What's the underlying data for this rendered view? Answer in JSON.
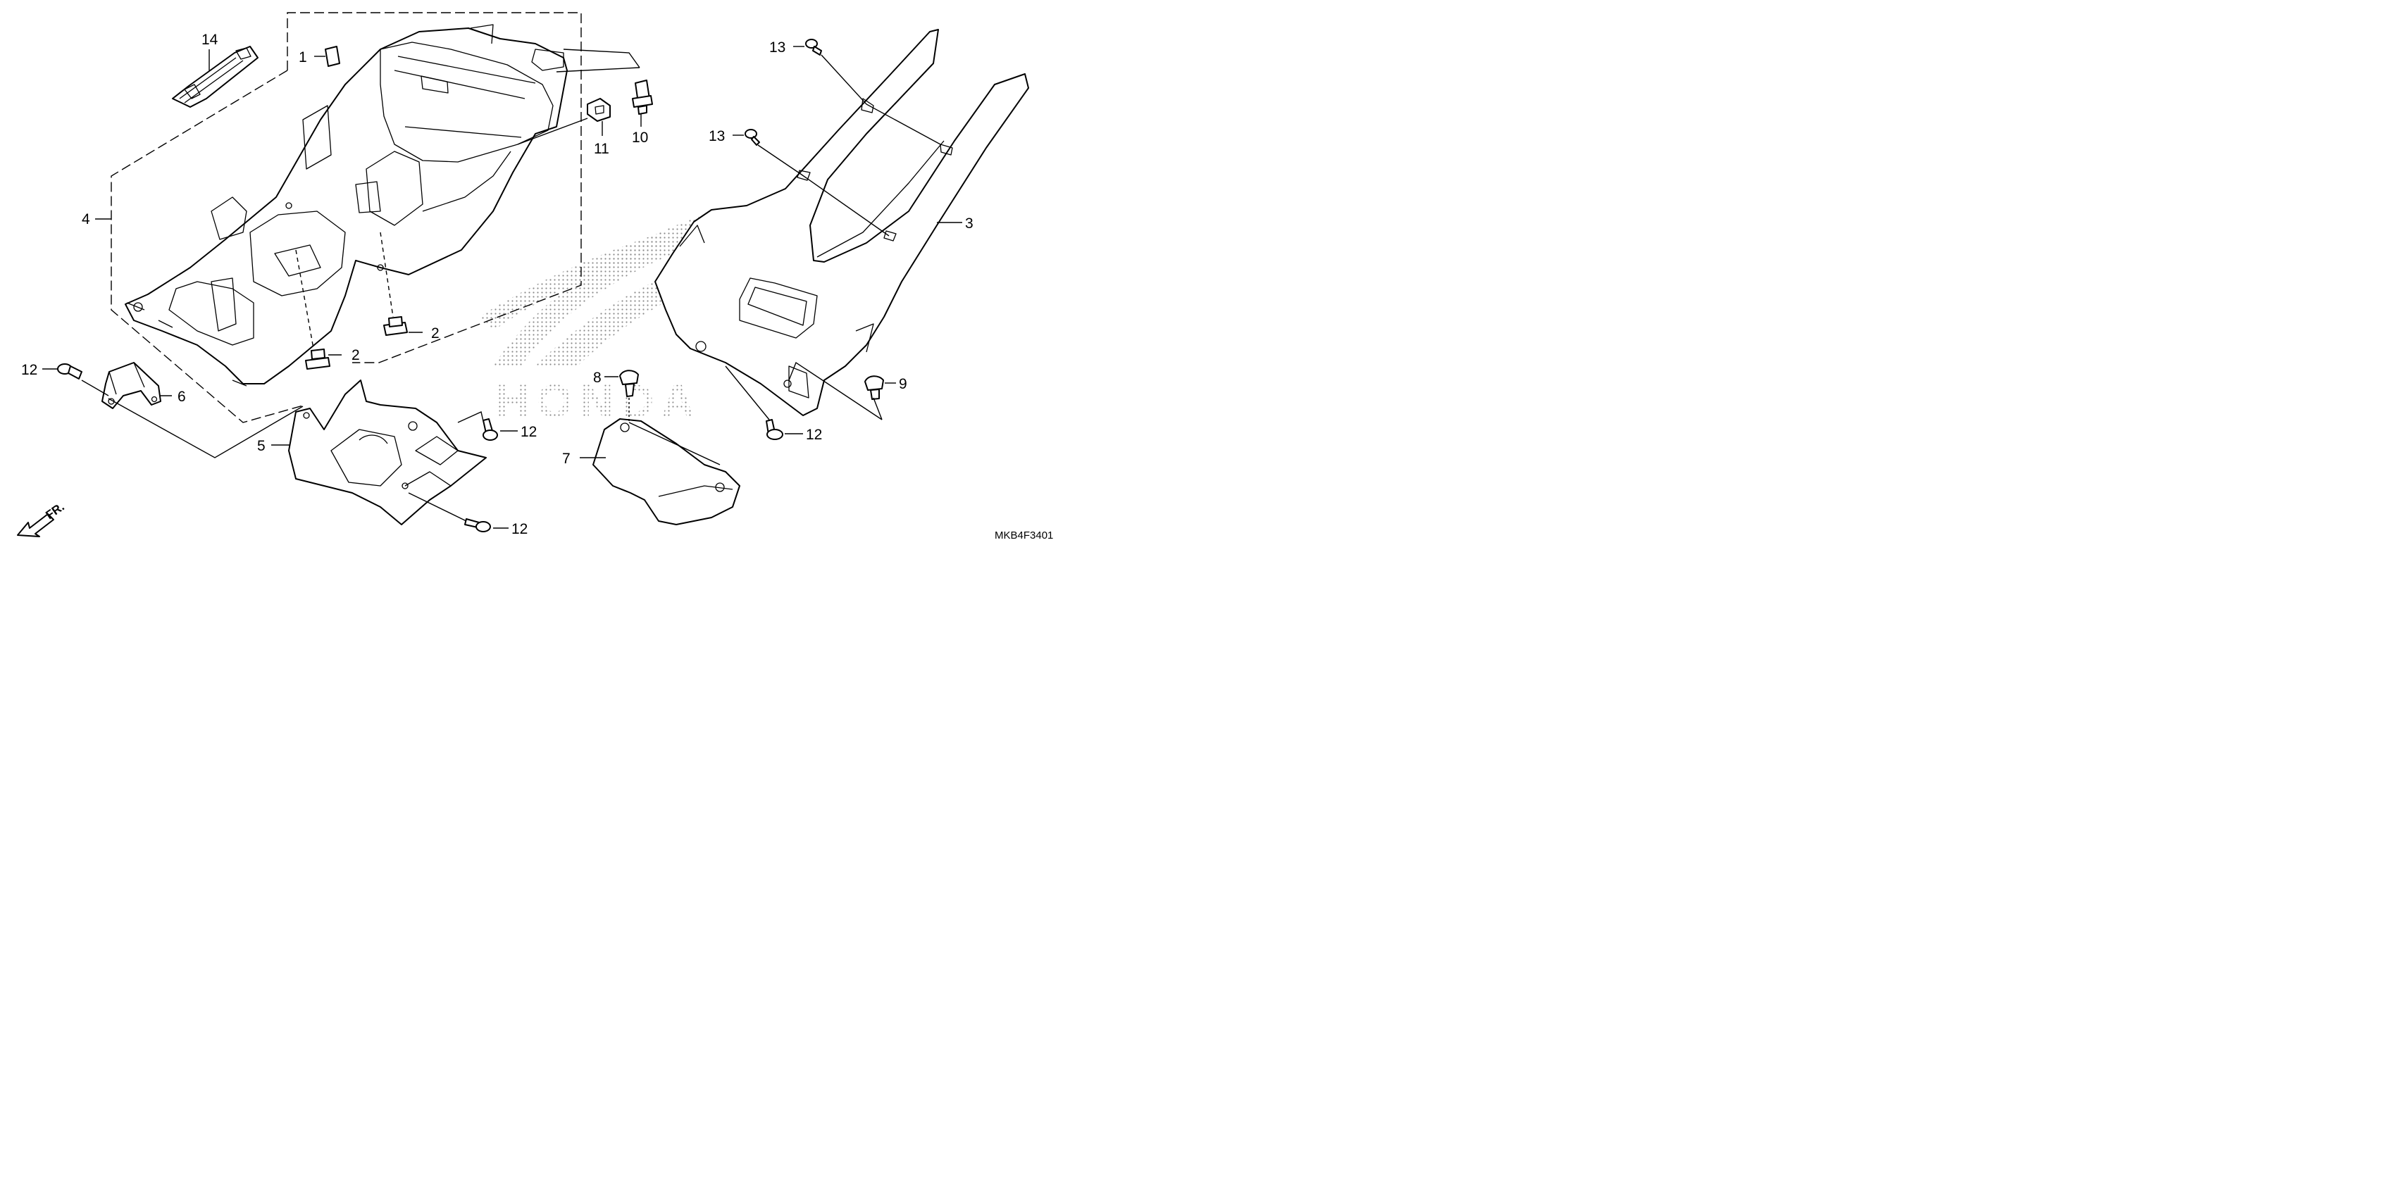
{
  "diagram": {
    "watermark": "HONDA",
    "drawing_code": "MKB4F3401",
    "front_indicator": "FR.",
    "callouts": [
      {
        "id": "c1",
        "label": "1"
      },
      {
        "id": "c14",
        "label": "14"
      },
      {
        "id": "c4",
        "label": "4"
      },
      {
        "id": "c2a",
        "label": "2"
      },
      {
        "id": "c2b",
        "label": "2"
      },
      {
        "id": "c10",
        "label": "10"
      },
      {
        "id": "c11",
        "label": "11"
      },
      {
        "id": "c12a",
        "label": "12"
      },
      {
        "id": "c6",
        "label": "6"
      },
      {
        "id": "c5",
        "label": "5"
      },
      {
        "id": "c12b",
        "label": "12"
      },
      {
        "id": "c12c",
        "label": "12"
      },
      {
        "id": "c13a",
        "label": "13"
      },
      {
        "id": "c13b",
        "label": "13"
      },
      {
        "id": "c3",
        "label": "3"
      },
      {
        "id": "c8",
        "label": "8"
      },
      {
        "id": "c7",
        "label": "7"
      },
      {
        "id": "c9",
        "label": "9"
      },
      {
        "id": "c12d",
        "label": "12"
      }
    ]
  }
}
